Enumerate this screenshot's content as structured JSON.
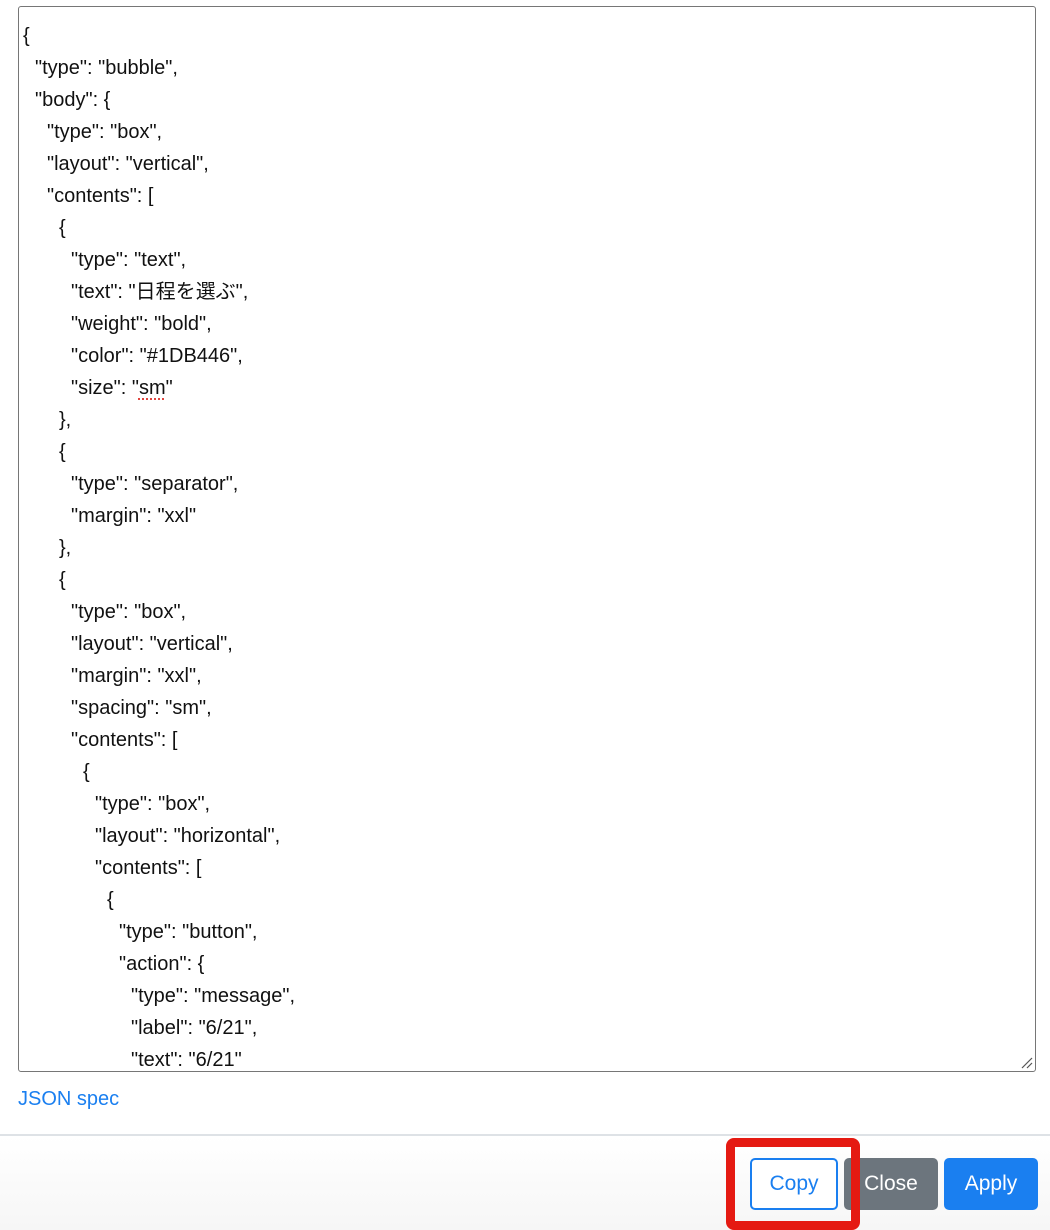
{
  "editor": {
    "lines": [
      "{",
      "  \"type\": \"bubble\",",
      "  \"body\": {",
      "    \"type\": \"box\",",
      "    \"layout\": \"vertical\",",
      "    \"contents\": [",
      "      {",
      "        \"type\": \"text\",",
      "        \"text\": \"日程を選ぶ\",",
      "        \"weight\": \"bold\",",
      "        \"color\": \"#1DB446\",",
      "        \"size\": \"sm\"",
      "      },",
      "      {",
      "        \"type\": \"separator\",",
      "        \"margin\": \"xxl\"",
      "      },",
      "      {",
      "        \"type\": \"box\",",
      "        \"layout\": \"vertical\",",
      "        \"margin\": \"xxl\",",
      "        \"spacing\": \"sm\",",
      "        \"contents\": [",
      "          {",
      "            \"type\": \"box\",",
      "            \"layout\": \"horizontal\",",
      "            \"contents\": [",
      "              {",
      "                \"type\": \"button\",",
      "                \"action\": {",
      "                  \"type\": \"message\",",
      "                  \"label\": \"6/21\",",
      "                  \"text\": \"6/21\""
    ]
  },
  "links": {
    "json_spec": "JSON spec"
  },
  "footer": {
    "copy_label": "Copy",
    "close_label": "Close",
    "apply_label": "Apply"
  },
  "colors": {
    "primary": "#1a7ff0",
    "secondary": "#6c757d",
    "highlight": "#e51a12"
  }
}
